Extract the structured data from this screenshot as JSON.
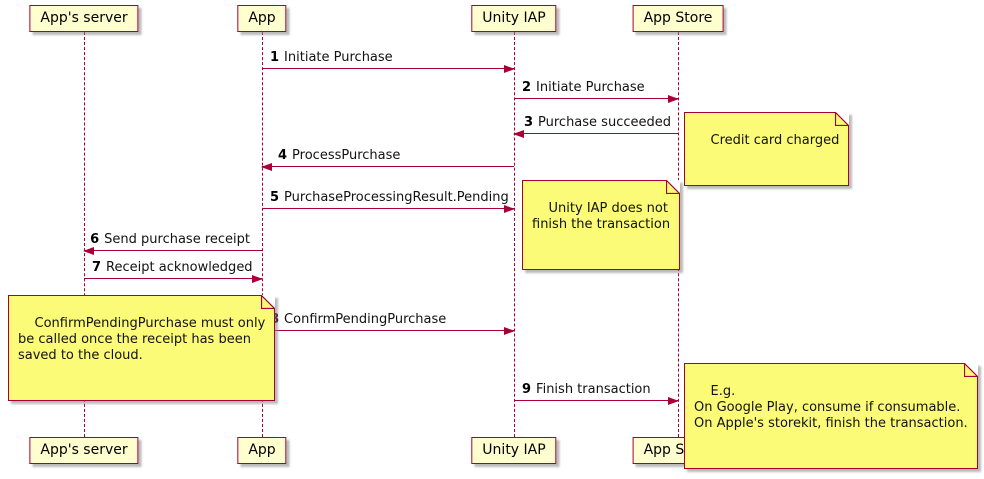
{
  "colors": {
    "border": "#A80036",
    "participant_fill": "#FEFECE",
    "note_fill": "#FBFB77",
    "background": "#FFFFFF",
    "text": "#121212"
  },
  "participants": [
    {
      "name": "App's server"
    },
    {
      "name": "App"
    },
    {
      "name": "Unity IAP"
    },
    {
      "name": "App Store"
    }
  ],
  "messages": [
    {
      "num": "1",
      "text": "Initiate Purchase",
      "from": "App",
      "to": "Unity IAP"
    },
    {
      "num": "2",
      "text": "Initiate Purchase",
      "from": "Unity IAP",
      "to": "App Store"
    },
    {
      "num": "3",
      "text": "Purchase succeeded",
      "from": "App Store",
      "to": "Unity IAP"
    },
    {
      "num": "4",
      "text": "ProcessPurchase",
      "from": "Unity IAP",
      "to": "App"
    },
    {
      "num": "5",
      "text": "PurchaseProcessingResult.Pending",
      "from": "App",
      "to": "Unity IAP"
    },
    {
      "num": "6",
      "text": "Send purchase receipt",
      "from": "App",
      "to": "App's server"
    },
    {
      "num": "7",
      "text": "Receipt acknowledged",
      "from": "App's server",
      "to": "App"
    },
    {
      "num": "8",
      "text": "ConfirmPendingPurchase",
      "from": "App",
      "to": "Unity IAP"
    },
    {
      "num": "9",
      "text": "Finish transaction",
      "from": "Unity IAP",
      "to": "App Store"
    }
  ],
  "notes": [
    {
      "text": "Credit card charged"
    },
    {
      "text": "Unity IAP does not\nfinish the transaction"
    },
    {
      "text": "ConfirmPendingPurchase must only\nbe called once the receipt has been\nsaved to the cloud."
    },
    {
      "text": "E.g.\nOn Google Play, consume if consumable.\nOn Apple's storekit, finish the transaction."
    }
  ]
}
